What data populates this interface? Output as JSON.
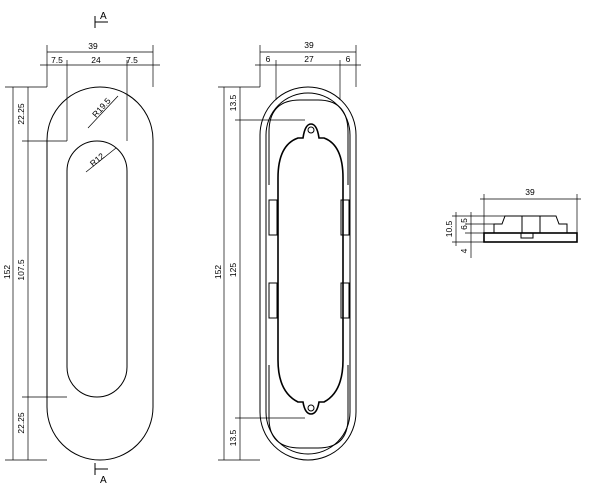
{
  "section_marks": {
    "top": "A",
    "bottom": "A"
  },
  "front_view": {
    "width_total": "39",
    "width_left": "7.5",
    "width_middle": "24",
    "width_right": "7.5",
    "height_total": "152",
    "height_top": "22.25",
    "height_middle": "107.5",
    "height_bottom": "22.25",
    "radius_outer": "R19.5",
    "radius_inner": "R12"
  },
  "back_view": {
    "width_total": "39",
    "width_left": "6",
    "width_middle": "27",
    "width_right": "6",
    "height_total": "152",
    "height_top": "13.5",
    "height_middle": "125",
    "height_bottom": "13.5"
  },
  "side_view": {
    "width_total": "39",
    "height_total": "10.5",
    "height_upper": "6.5",
    "height_base": "4"
  }
}
